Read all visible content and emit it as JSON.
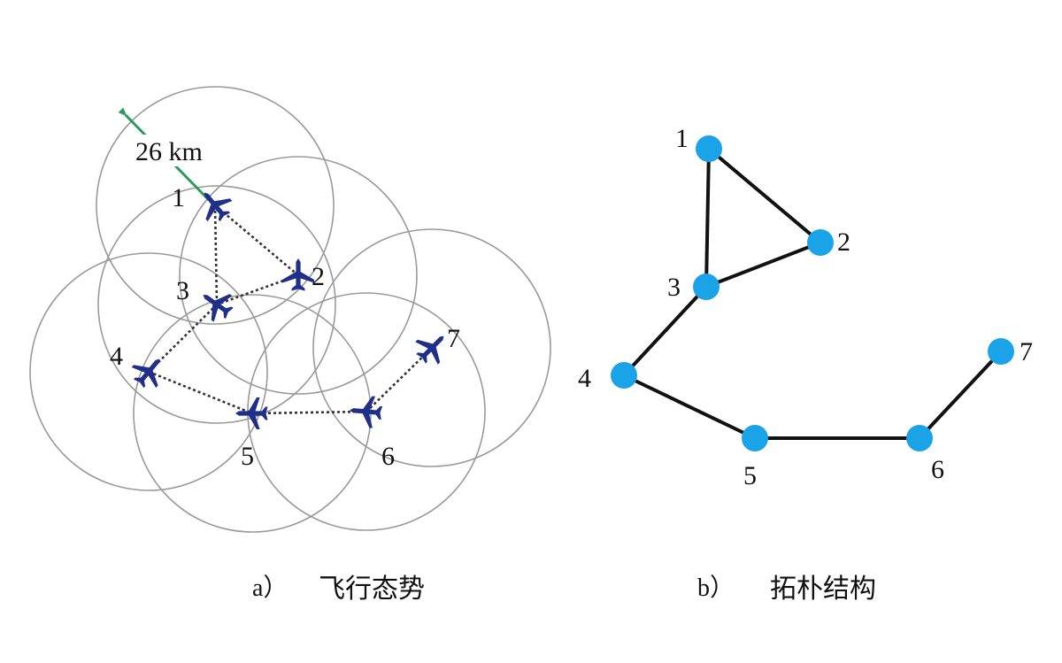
{
  "panel_a": {
    "caption_tag": "a）",
    "caption_text": "飞行态势",
    "range_label": "26 km",
    "aircraft": [
      {
        "id": "1",
        "label": "1"
      },
      {
        "id": "2",
        "label": "2"
      },
      {
        "id": "3",
        "label": "3"
      },
      {
        "id": "4",
        "label": "4"
      },
      {
        "id": "5",
        "label": "5"
      },
      {
        "id": "6",
        "label": "6"
      },
      {
        "id": "7",
        "label": "7"
      }
    ],
    "links": [
      [
        "1",
        "2"
      ],
      [
        "1",
        "3"
      ],
      [
        "2",
        "3"
      ],
      [
        "3",
        "4"
      ],
      [
        "4",
        "5"
      ],
      [
        "5",
        "6"
      ],
      [
        "6",
        "7"
      ]
    ],
    "colors": {
      "aircraft": "#1f2f8a",
      "range_circle": "#9a9a9a",
      "range_arrow": "#2a9a5a",
      "link": "#333333"
    }
  },
  "panel_b": {
    "caption_tag": "b）",
    "caption_text": "拓朴结构",
    "nodes": [
      {
        "id": "1",
        "label": "1"
      },
      {
        "id": "2",
        "label": "2"
      },
      {
        "id": "3",
        "label": "3"
      },
      {
        "id": "4",
        "label": "4"
      },
      {
        "id": "5",
        "label": "5"
      },
      {
        "id": "6",
        "label": "6"
      },
      {
        "id": "7",
        "label": "7"
      }
    ],
    "edges": [
      [
        "1",
        "2"
      ],
      [
        "1",
        "3"
      ],
      [
        "2",
        "3"
      ],
      [
        "3",
        "4"
      ],
      [
        "4",
        "5"
      ],
      [
        "5",
        "6"
      ],
      [
        "6",
        "7"
      ]
    ],
    "colors": {
      "node": "#1aa3e6",
      "edge": "#111111"
    }
  }
}
